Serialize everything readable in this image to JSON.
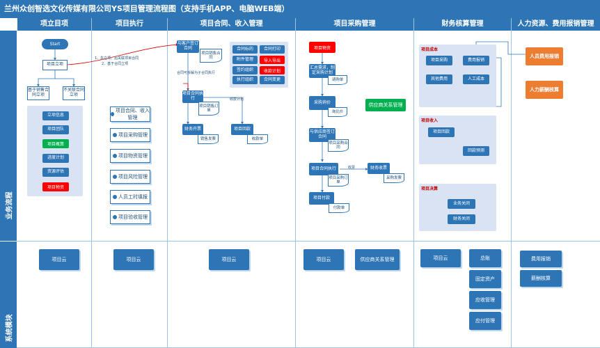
{
  "title": "兰州众创智选文化传媒有限公司YS项目管理流程图（支持手机APP、电脑WEB端）",
  "columns": [
    "项立目项",
    "项目执行",
    "项目合同、收入管理",
    "项目采购管理",
    "财务核算管理",
    "人力资源、费用报销管理"
  ],
  "row_labels": {
    "business": "业务流程",
    "system": "系统模块"
  },
  "col1": {
    "start": "Start",
    "project_setup": "项目立项",
    "branch_a": "基于销售合同立项",
    "branch_b": "不关联合同立项",
    "annotation_1": "1、先立项、后关联项目合同",
    "annotation_2": "2、基于合同立项",
    "items": [
      "立项信息",
      "项目团队",
      "项目概算",
      "进度计划",
      "资源评估",
      "项目物资"
    ]
  },
  "col2": {
    "items": [
      "项目合同、收入管理",
      "项目采购管理",
      "项目物资管理",
      "项目风险管理",
      "人员工时填报",
      "项目验收管理"
    ]
  },
  "col3": {
    "sign_customer": "与客户签订合同",
    "sales_contract": "项目销售合同",
    "contract_grid": [
      "合同标的",
      "合同打印",
      "附件管理",
      "导入导出",
      "签约组织",
      "收款计划",
      "执行组织",
      "合同变更"
    ],
    "contract_exec_note": "合同可拆解为子合同执行",
    "contract_execute": "项目合同执行",
    "sales_order": "项目销售订单",
    "collect_plan": "收款计划",
    "invoice": "财务开票",
    "sales_invoice": "销售发票",
    "receive": "项目回款",
    "receipt": "收款单"
  },
  "col4": {
    "materials": "项目物资",
    "summary": "汇总需求，制定采购计划",
    "request": "请购单",
    "purchase_inquiry": "采购询价",
    "compare": "询比价",
    "sign_supplier": "与供应商签订合同",
    "purchase_contract": "项目采购合同",
    "supplier_rel": "供应商关系管理",
    "contract_exec": "项目合同执行",
    "purchase_order": "项目采购订单",
    "invoice_label": "收票",
    "finance_receive": "财务收票",
    "purchase_invoice": "采购发票",
    "pay": "项目付款",
    "pay_doc": "付款单"
  },
  "col5": {
    "cost_label": "项目成本",
    "cost_items": [
      "项目采购",
      "费用报销",
      "其他费用",
      "人工成本"
    ],
    "income_label": "项目收入",
    "income_items": [
      "项目回款",
      "回款预测"
    ],
    "settle_label": "项目决算",
    "settle_items": [
      "业务关闭",
      "财务关闭"
    ]
  },
  "col6": {
    "expense": "人员费用报销",
    "salary": "人力薪酬核算"
  },
  "system": {
    "col1": "项目云",
    "col2": "项目云",
    "col3": "项目云",
    "col4a": "项目云",
    "col4b": "供应商关系管理",
    "col5a": "项目云",
    "col5_list": [
      "总账",
      "固定资产",
      "应收管理",
      "应付管理"
    ],
    "col6_list": [
      "费用报销",
      "薪酬核算"
    ]
  }
}
